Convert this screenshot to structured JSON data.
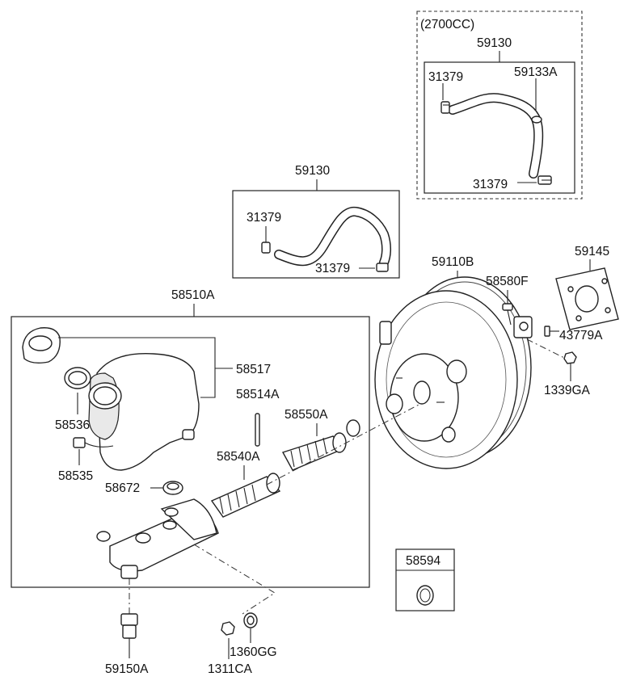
{
  "variant_label": "(2700CC)",
  "labels": {
    "hose_assy_variant": "59130",
    "clip_variant_top": "31379",
    "hose_variant": "59133A",
    "clip_variant_bottom": "31379",
    "hose_assy": "59130",
    "clip_left": "31379",
    "clip_right": "31379",
    "booster": "59110B",
    "pin": "58580F",
    "gasket": "59145",
    "fitting": "43779A",
    "nut_booster": "1339GA",
    "master_cyl": "58510A",
    "reservoir": "58517",
    "pin_roll": "58514A",
    "piston_secondary": "58550A",
    "piston_primary": "58540A",
    "cap_seal": "58536",
    "sensor": "58535",
    "grommet": "58672",
    "fitting_bottom": "59150A",
    "nut_bottom": "1311CA",
    "washer": "1360GG",
    "oring_kit": "58594"
  }
}
